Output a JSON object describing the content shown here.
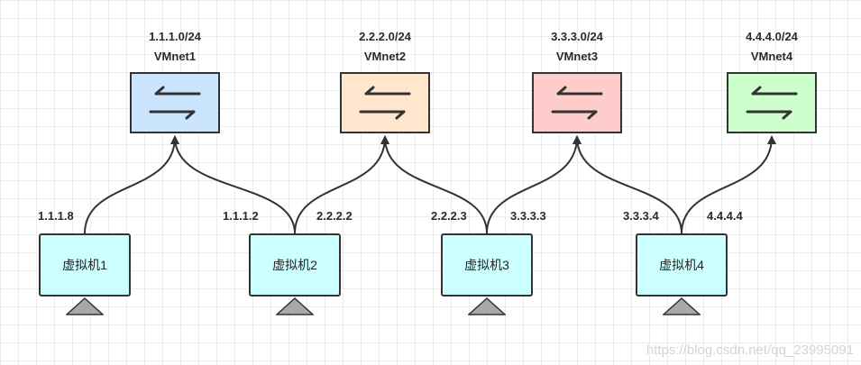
{
  "colors": {
    "vmnet1": "#cce5ff",
    "vmnet2": "#ffe6cc",
    "vmnet3": "#ffcccc",
    "vmnet4": "#ccffcc",
    "vm_fill": "#ccffff",
    "stand": "#a8a8a8",
    "stroke": "#333333"
  },
  "switches": [
    {
      "name": "VMnet1",
      "subnet": "1.1.1.0/24",
      "icon": "switch-arrows-icon"
    },
    {
      "name": "VMnet2",
      "subnet": "2.2.2.0/24",
      "icon": "switch-arrows-icon"
    },
    {
      "name": "VMnet3",
      "subnet": "3.3.3.0/24",
      "icon": "switch-arrows-icon"
    },
    {
      "name": "VMnet4",
      "subnet": "4.4.4.0/24",
      "icon": "switch-arrows-icon"
    }
  ],
  "vms": [
    {
      "name": "虚拟机1",
      "ips": [
        "1.1.1.8"
      ]
    },
    {
      "name": "虚拟机2",
      "ips": [
        "1.1.1.2",
        "2.2.2.2"
      ]
    },
    {
      "name": "虚拟机3",
      "ips": [
        "2.2.2.3",
        "3.3.3.3"
      ]
    },
    {
      "name": "虚拟机4",
      "ips": [
        "3.3.3.4",
        "4.4.4.4"
      ]
    }
  ],
  "connections": [
    {
      "from": "虚拟机1",
      "to": "VMnet1"
    },
    {
      "from": "虚拟机2",
      "to": "VMnet1"
    },
    {
      "from": "虚拟机2",
      "to": "VMnet2"
    },
    {
      "from": "虚拟机3",
      "to": "VMnet2"
    },
    {
      "from": "虚拟机3",
      "to": "VMnet3"
    },
    {
      "from": "虚拟机4",
      "to": "VMnet3"
    },
    {
      "from": "虚拟机4",
      "to": "VMnet4"
    }
  ],
  "watermark": "https://blog.csdn.net/qq_23995091"
}
